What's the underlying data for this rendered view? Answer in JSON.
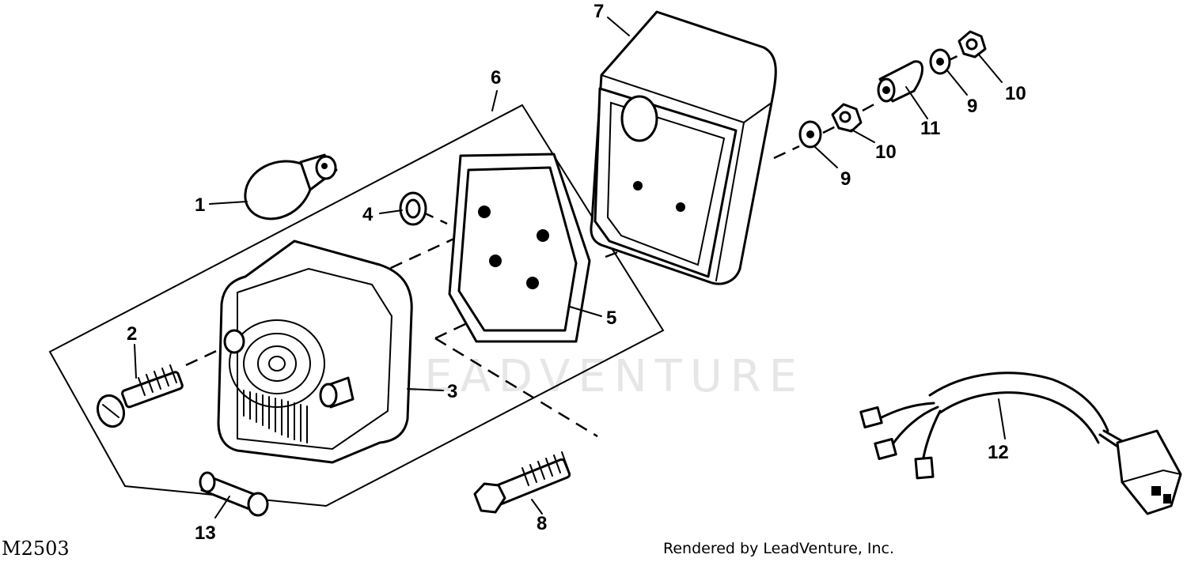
{
  "callouts": {
    "c1": "1",
    "c2": "2",
    "c3": "3",
    "c4": "4",
    "c5": "5",
    "c6": "6",
    "c7": "7",
    "c8": "8",
    "c9a": "9",
    "c9b": "9",
    "c10a": "10",
    "c10b": "10",
    "c11": "11",
    "c12": "12",
    "c13": "13"
  },
  "figure_id": "M2503",
  "credit": "Rendered by LeadVenture, Inc.",
  "watermark": "LEADVENTURE"
}
